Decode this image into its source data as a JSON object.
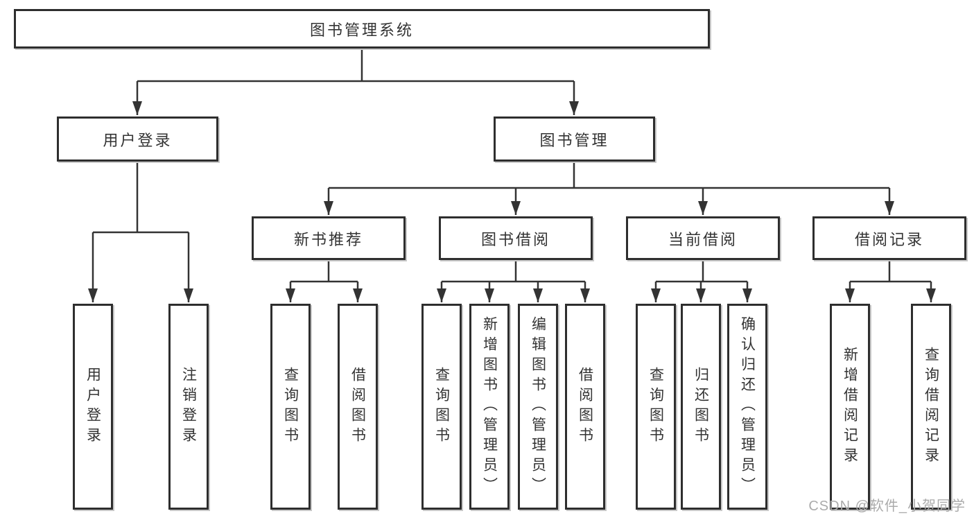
{
  "diagram": {
    "root": {
      "label": "图书管理系统"
    },
    "user_login": {
      "label": "用户登录",
      "children": [
        {
          "label": "用户登录"
        },
        {
          "label": "注销登录"
        }
      ]
    },
    "book_management": {
      "label": "图书管理",
      "sections": [
        {
          "label": "新书推荐",
          "children": [
            {
              "label": "查询图书"
            },
            {
              "label": "借阅图书"
            }
          ]
        },
        {
          "label": "图书借阅",
          "children": [
            {
              "label": "查询图书"
            },
            {
              "label": "新增图书（管理员）"
            },
            {
              "label": "编辑图书（管理员）"
            },
            {
              "label": "借阅图书"
            }
          ]
        },
        {
          "label": "当前借阅",
          "children": [
            {
              "label": "查询图书"
            },
            {
              "label": "归还图书"
            },
            {
              "label": "确认归还（管理员）"
            }
          ]
        },
        {
          "label": "借阅记录",
          "children": [
            {
              "label": "新增借阅记录"
            },
            {
              "label": "查询借阅记录"
            }
          ]
        }
      ]
    }
  },
  "watermark": {
    "text": "CSDN @软件_小贺同学"
  },
  "colors": {
    "background": "#ffffff",
    "line": "#333333",
    "box_border": "#2e2e2e",
    "text": "#333333",
    "watermark": "#ababab"
  }
}
